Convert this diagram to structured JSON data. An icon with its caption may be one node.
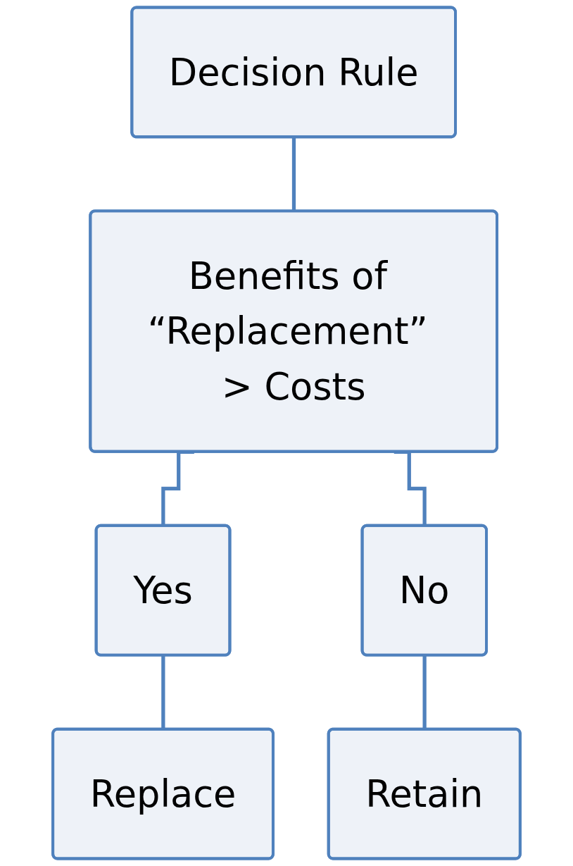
{
  "diagram": {
    "nodes": [
      {
        "text": [
          "Decision Rule"
        ]
      },
      {
        "text": [
          "Benefits of “Replacement” > Costs"
        ]
      },
      {
        "text": [
          "Yes"
        ]
      },
      {
        "text": [
          "No"
        ]
      },
      {
        "text": [
          "Replace"
        ]
      },
      {
        "text": [
          "Retain"
        ]
      }
    ],
    "edges": [
      {
        "from": 0,
        "to": 1,
        "arrow": "none"
      },
      {
        "from": 1,
        "to": 2,
        "arrow": "none"
      },
      {
        "from": 1,
        "to": 3,
        "arrow": "none"
      },
      {
        "from": 2,
        "to": 4,
        "arrow": "none"
      },
      {
        "from": 3,
        "to": 5,
        "arrow": "none"
      }
    ]
  }
}
